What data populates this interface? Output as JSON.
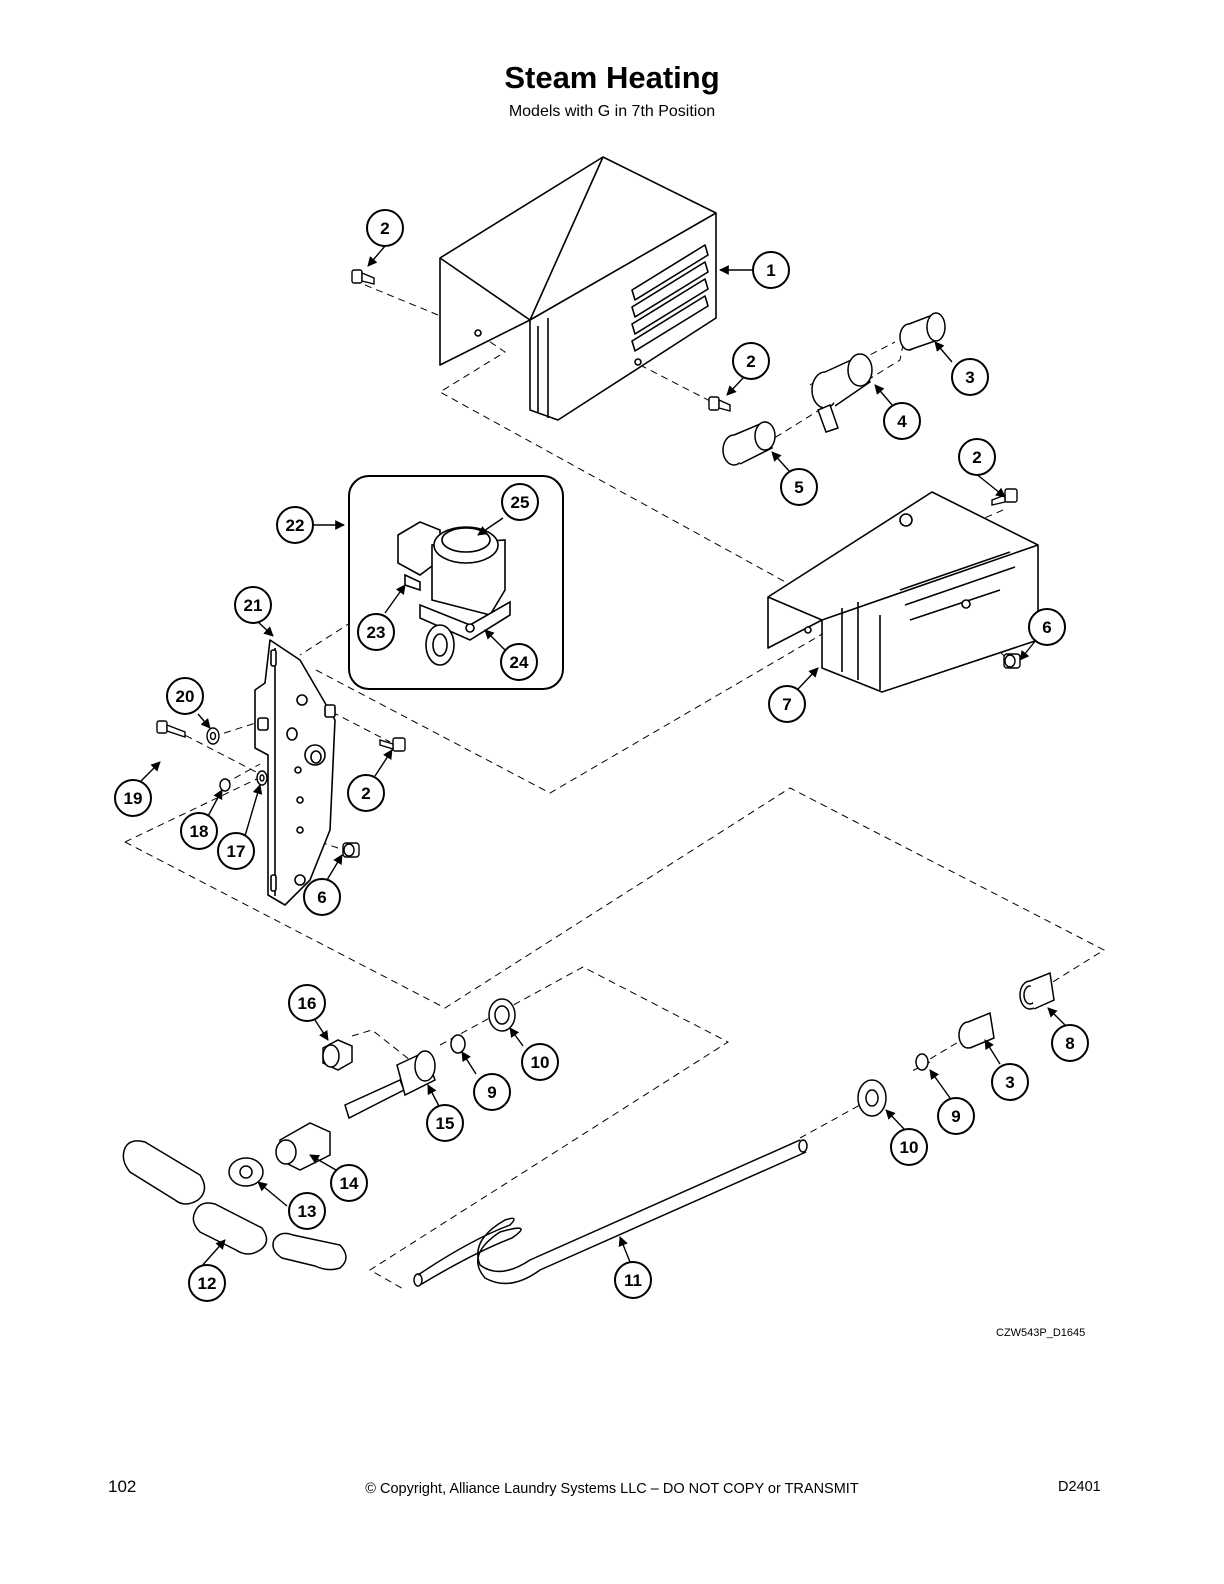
{
  "header": {
    "title": "Steam Heating",
    "subtitle": "Models with G in 7th Position"
  },
  "callouts": [
    {
      "id": "c1",
      "label": "1"
    },
    {
      "id": "c2a",
      "label": "2"
    },
    {
      "id": "c2b",
      "label": "2"
    },
    {
      "id": "c2c",
      "label": "2"
    },
    {
      "id": "c2d",
      "label": "2"
    },
    {
      "id": "c3a",
      "label": "3"
    },
    {
      "id": "c3b",
      "label": "3"
    },
    {
      "id": "c4",
      "label": "4"
    },
    {
      "id": "c5",
      "label": "5"
    },
    {
      "id": "c6a",
      "label": "6"
    },
    {
      "id": "c6b",
      "label": "6"
    },
    {
      "id": "c7",
      "label": "7"
    },
    {
      "id": "c8",
      "label": "8"
    },
    {
      "id": "c9a",
      "label": "9"
    },
    {
      "id": "c9b",
      "label": "9"
    },
    {
      "id": "c10a",
      "label": "10"
    },
    {
      "id": "c10b",
      "label": "10"
    },
    {
      "id": "c11",
      "label": "11"
    },
    {
      "id": "c12",
      "label": "12"
    },
    {
      "id": "c13",
      "label": "13"
    },
    {
      "id": "c14",
      "label": "14"
    },
    {
      "id": "c15",
      "label": "15"
    },
    {
      "id": "c16",
      "label": "16"
    },
    {
      "id": "c17",
      "label": "17"
    },
    {
      "id": "c18",
      "label": "18"
    },
    {
      "id": "c19",
      "label": "19"
    },
    {
      "id": "c20",
      "label": "20"
    },
    {
      "id": "c21",
      "label": "21"
    },
    {
      "id": "c22",
      "label": "22"
    },
    {
      "id": "c23",
      "label": "23"
    },
    {
      "id": "c24",
      "label": "24"
    },
    {
      "id": "c25",
      "label": "25"
    }
  ],
  "drawing_code": "CZW543P_D1645",
  "footer": {
    "page_number": "102",
    "copyright": "© Copyright, Alliance Laundry Systems LLC – DO NOT COPY or TRANSMIT",
    "doc_id": "D2401"
  }
}
